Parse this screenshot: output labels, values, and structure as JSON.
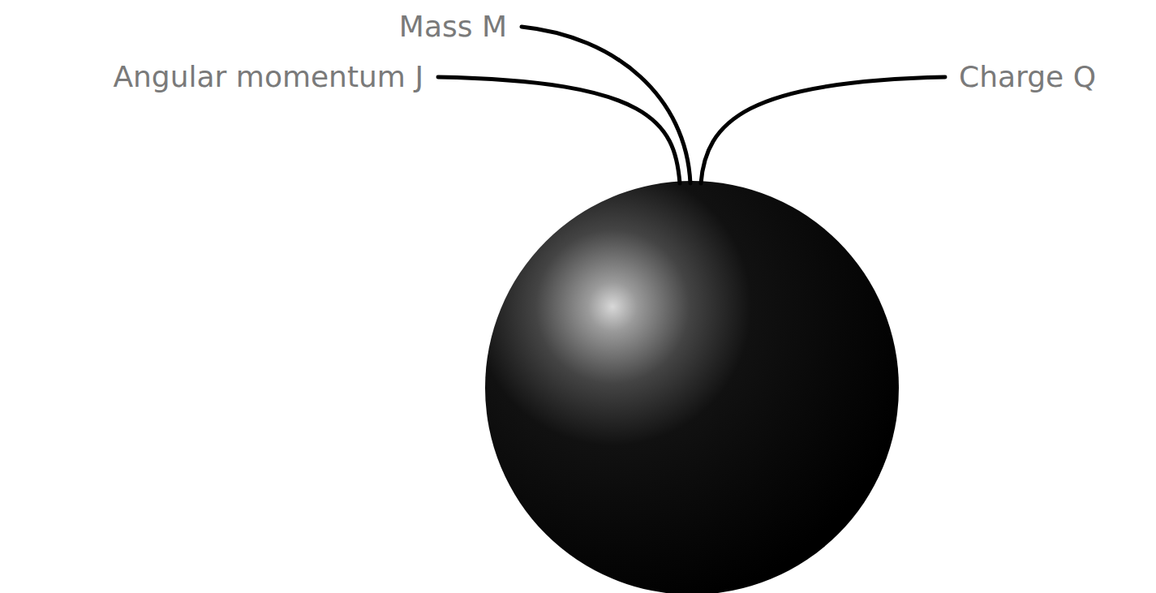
{
  "diagram": {
    "labels": [
      "Mass M",
      "Angular momentum J",
      "Charge Q"
    ]
  }
}
